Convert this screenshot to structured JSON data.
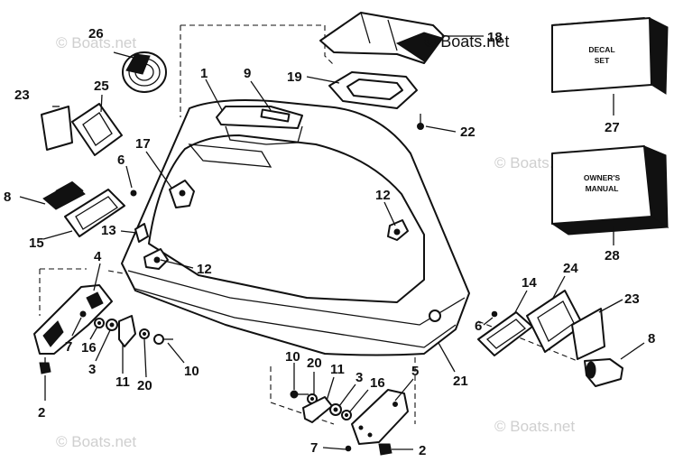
{
  "watermark": {
    "text": "© Boats.net"
  },
  "books": {
    "decal": {
      "line1": "DECAL",
      "line2": "SET"
    },
    "manual": {
      "line1": "OWNER'S",
      "line2": "MANUAL"
    }
  },
  "callouts": [
    {
      "label": "1"
    },
    {
      "label": "2"
    },
    {
      "label": "2"
    },
    {
      "label": "3"
    },
    {
      "label": "3"
    },
    {
      "label": "4"
    },
    {
      "label": "5"
    },
    {
      "label": "6"
    },
    {
      "label": "6"
    },
    {
      "label": "7"
    },
    {
      "label": "7"
    },
    {
      "label": "8"
    },
    {
      "label": "8"
    },
    {
      "label": "9"
    },
    {
      "label": "10"
    },
    {
      "label": "10"
    },
    {
      "label": "11"
    },
    {
      "label": "11"
    },
    {
      "label": "12"
    },
    {
      "label": "12"
    },
    {
      "label": "13"
    },
    {
      "label": "14"
    },
    {
      "label": "15"
    },
    {
      "label": "16"
    },
    {
      "label": "16"
    },
    {
      "label": "17"
    },
    {
      "label": "18"
    },
    {
      "label": "19"
    },
    {
      "label": "20"
    },
    {
      "label": "20"
    },
    {
      "label": "21"
    },
    {
      "label": "22"
    },
    {
      "label": "23"
    },
    {
      "label": "23"
    },
    {
      "label": "24"
    },
    {
      "label": "25"
    },
    {
      "label": "26"
    },
    {
      "label": "27"
    },
    {
      "label": "28"
    }
  ]
}
